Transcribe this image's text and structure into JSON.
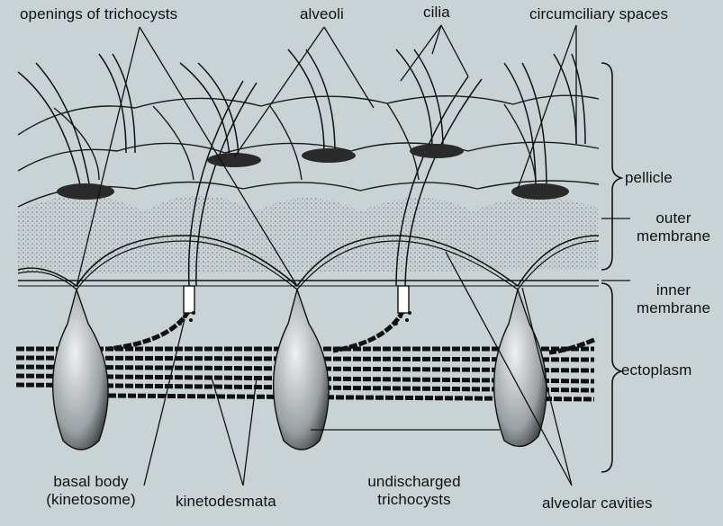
{
  "labels": {
    "openings_of_trichocysts": "openings  of trichocysts",
    "alveoli": "alveoli",
    "cilia": "cilia",
    "circumciliary_spaces": "circumciliary  spaces",
    "pellicle": "pellicle",
    "outer_membrane_1": "outer",
    "outer_membrane_2": "membrane",
    "inner_membrane_1": "inner",
    "inner_membrane_2": "membrane",
    "ectoplasm": "ectoplasm",
    "basal_body_1": "basal body",
    "basal_body_2": "(kinetosome)",
    "kinetodesmata": "kinetodesmata",
    "undischarged_1": "undischarged",
    "undischarged_2": "trichocysts",
    "alveolar_cavities": "alveolar   cavities"
  },
  "colors": {
    "background": "#c9d3d6",
    "ink": "#111111",
    "stipple": "#6e7478"
  }
}
